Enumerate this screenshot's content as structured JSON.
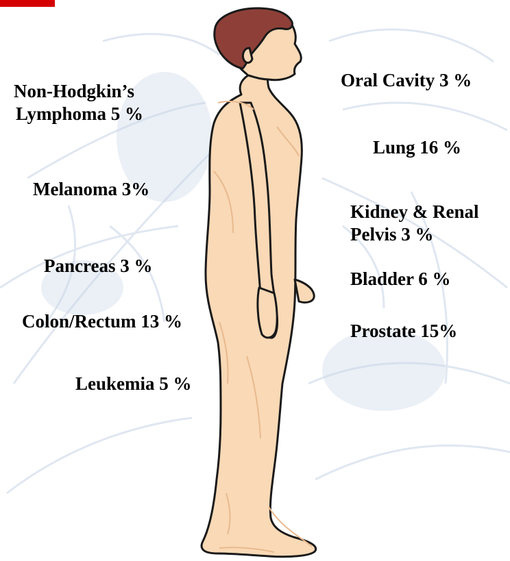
{
  "colors": {
    "accent": "#d40000",
    "skin": "#f9d9b6",
    "skin_shade": "#e9b98e",
    "outline": "#1a1a1a",
    "hair": "#8e4038",
    "background_sketch": "#c7d4e6"
  },
  "labels": {
    "nhl": {
      "line1": "Non-Hodgkin’s",
      "line2": "Lymphoma  5 %"
    },
    "melanoma": "Melanoma 3%",
    "pancreas": "Pancreas 3 %",
    "colon": "Colon/Rectum  13 %",
    "leukemia": "Leukemia 5 %",
    "oral": "Oral Cavity 3 %",
    "lung": "Lung 16 %",
    "kidney": {
      "line1": "Kidney  & Renal",
      "line2": "Pelvis 3 %"
    },
    "bladder": "Bladder  6 %",
    "prostate": "Prostate 15%"
  }
}
